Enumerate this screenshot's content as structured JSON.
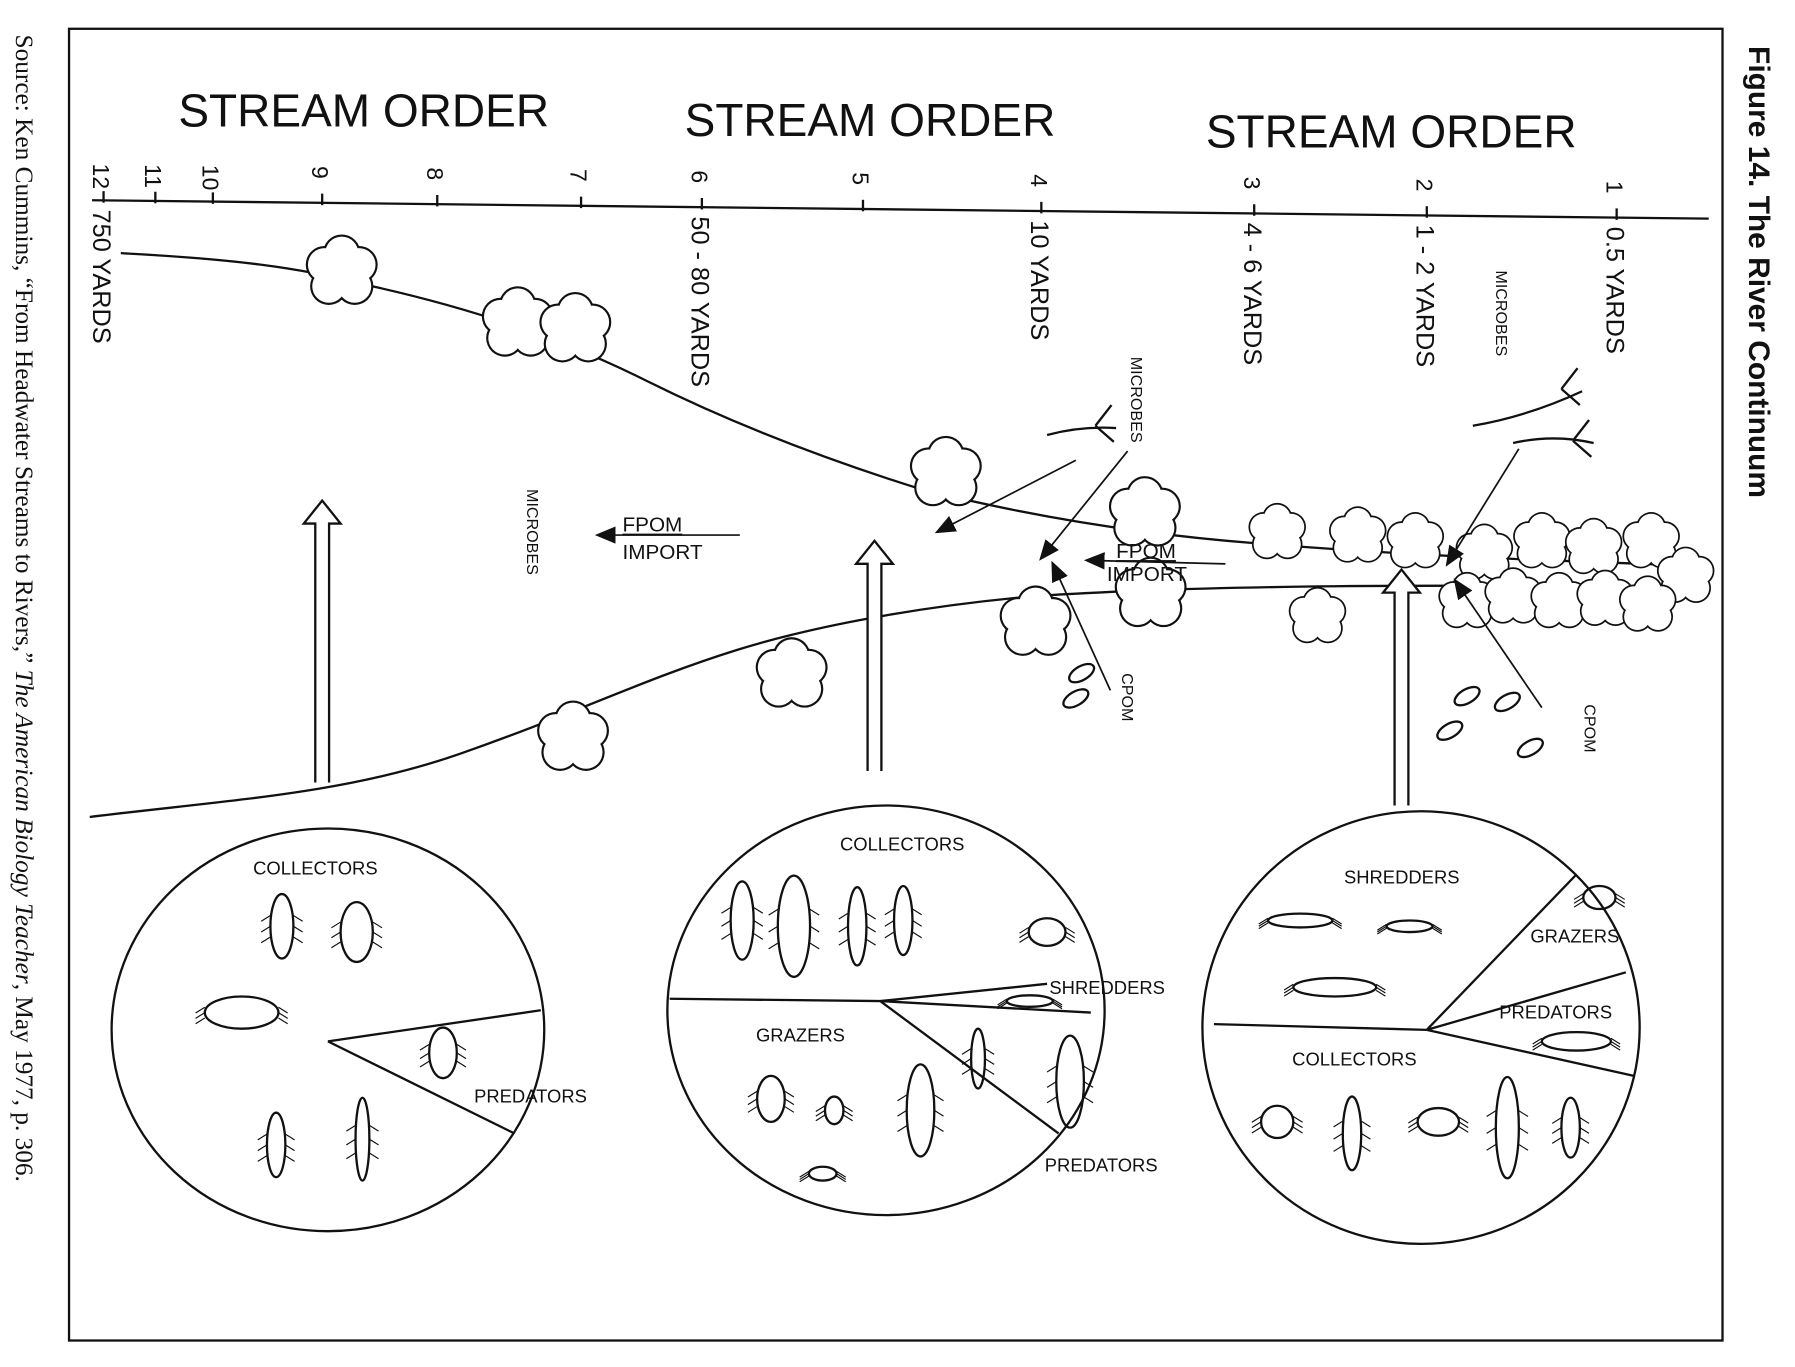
{
  "figure": {
    "title": "Figure 14. The River Continuum",
    "source_prefix": "Source:  Ken Cummins, “From Headwater Streams to Rivers,” ",
    "source_journal": "The American Biology Teacher",
    "source_suffix": ", May 1977, p. 306."
  },
  "headings": [
    "STREAM  ORDER",
    "STREAM ORDER",
    "STREAM  ORDER"
  ],
  "orders": [
    "12",
    "11",
    "10",
    "9",
    "8",
    "7",
    "6",
    "5",
    "4",
    "3",
    "2",
    "1"
  ],
  "widths": [
    "750 YARDS",
    "50 - 80 YARDS",
    "10 YARDS",
    "4 - 6 YARDS",
    "1 - 2 YARDS",
    "0.5 YARDS"
  ],
  "inputs": {
    "microbes": "MICROBES",
    "fpom": "FPOM",
    "import": "IMPORT",
    "cpom": "CPOM"
  },
  "communities": {
    "large_river": {
      "collectors": "COLLECTORS",
      "predators": "PREDATORS"
    },
    "mid_river": {
      "collectors": "COLLECTORS",
      "shredders": "SHREDDERS",
      "grazers": "GRAZERS",
      "predators": "PREDATORS"
    },
    "headwater": {
      "shredders": "SHREDDERS",
      "grazers": "GRAZERS",
      "predators": "PREDATORS",
      "collectors": "COLLECTORS"
    }
  }
}
